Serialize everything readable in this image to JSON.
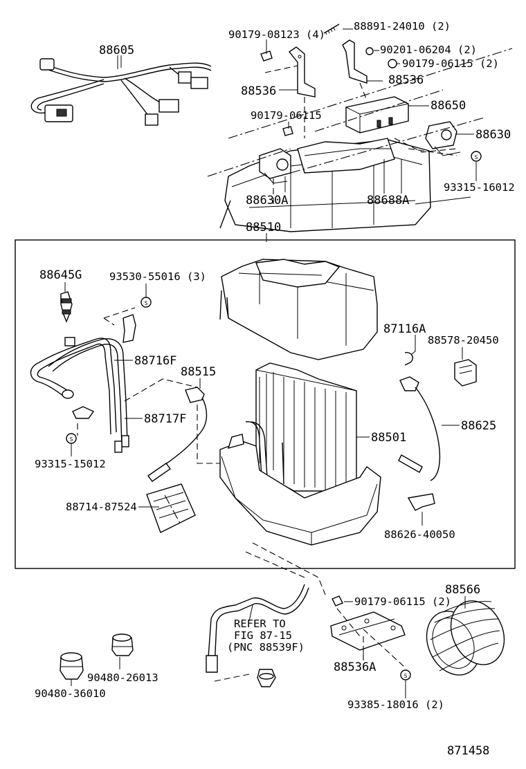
{
  "diagram_id": "871458",
  "refer_note": [
    "REFER TO",
    "FIG 87-15",
    "(PNC 88539F)"
  ],
  "labels": {
    "l88605": "88605",
    "l90179_08123": "90179-08123 (4)",
    "l88891_24010": "88891-24010 (2)",
    "l90201_06204": "90201-06204 (2)",
    "l90179_06115_2a": "90179-06115 (2)",
    "l88536_a": "88536",
    "l88536_b": "88536",
    "l88650": "88650",
    "l90179_06115": "90179-06115",
    "l88630": "88630",
    "l93315_16012": "93315-16012",
    "l88630A": "88630A",
    "l88688A": "88688A",
    "l88510": "88510",
    "l88645G": "88645G",
    "l93530_55016": "93530-55016 (3)",
    "l87116A": "87116A",
    "l88578_20450": "88578-20450",
    "l88716F": "88716F",
    "l88515": "88515",
    "l88717F": "88717F",
    "l88625": "88625",
    "l88501": "88501",
    "l93315_15012": "93315-15012",
    "l88714_87524": "88714-87524",
    "l88626_40050": "88626-40050",
    "l88566": "88566",
    "l90179_06115_2b": "90179-06115 (2)",
    "l90480_26013": "90480-26013",
    "l90480_36010": "90480-36010",
    "l88536A": "88536A",
    "l93385_18016": "93385-18016 (2)"
  }
}
